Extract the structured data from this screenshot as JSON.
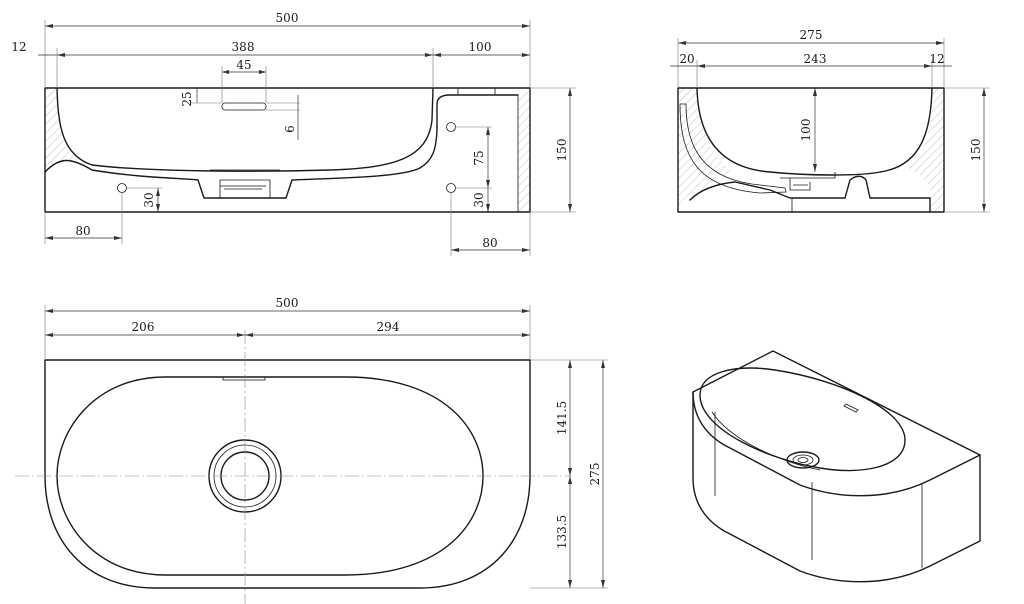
{
  "dimensions": {
    "front_total_width": "500",
    "front_left_wall": "12",
    "front_bowl_width": "388",
    "front_right_block": "100",
    "overflow_slot_width": "45",
    "overflow_top_offset": "25",
    "overflow_slot_height": "6",
    "wall_hole_spacing": "75",
    "hole_bottom_offset_left": "30",
    "hole_bottom_offset_right": "30",
    "front_height": "150",
    "left_hole_offset": "80",
    "right_hole_offset": "80",
    "side_total_width": "275",
    "side_back_wall": "20",
    "side_bowl_width": "243",
    "side_front_wall": "12",
    "side_bowl_depth": "100",
    "side_height": "150",
    "plan_total_width": "500",
    "plan_drain_from_left": "206",
    "plan_drain_from_right": "294",
    "plan_drain_from_back": "141.5",
    "plan_drain_from_front": "133.5",
    "plan_depth": "275"
  }
}
